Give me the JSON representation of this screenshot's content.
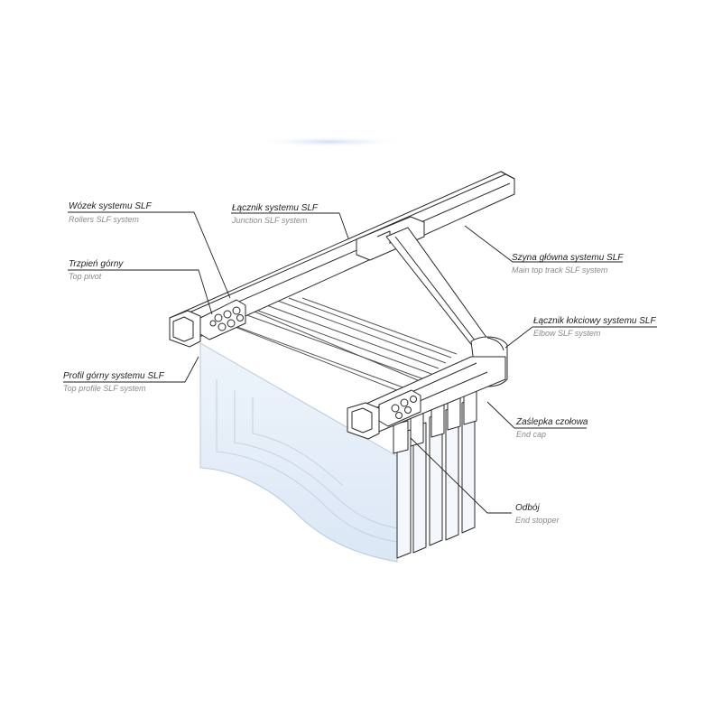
{
  "labels": {
    "rollers": {
      "pl": "Wózek systemu SLF",
      "en": "Rollers SLF system"
    },
    "junction": {
      "pl": "Łącznik systemu SLF",
      "en": "Junction SLF system"
    },
    "main_track": {
      "pl": "Szyna główna systemu SLF",
      "en": "Main top track SLF system"
    },
    "top_pivot": {
      "pl": "Trzpień górny",
      "en": "Top pivot"
    },
    "elbow": {
      "pl": "Łącznik łokciowy systemu SLF",
      "en": "Elbow SLF system"
    },
    "top_profile": {
      "pl": "Profil górny systemu SLF",
      "en": "Top profile SLF system"
    },
    "end_cap": {
      "pl": "Zaślepka czołowa",
      "en": "End cap"
    },
    "end_stopper": {
      "pl": "Odbój",
      "en": "End stopper"
    }
  },
  "colors": {
    "line": "#2a2a2a",
    "panel_glass": "#dce8f5",
    "panel_edge": "#b9c9dc",
    "accent_glow": "#c9d9ee"
  }
}
